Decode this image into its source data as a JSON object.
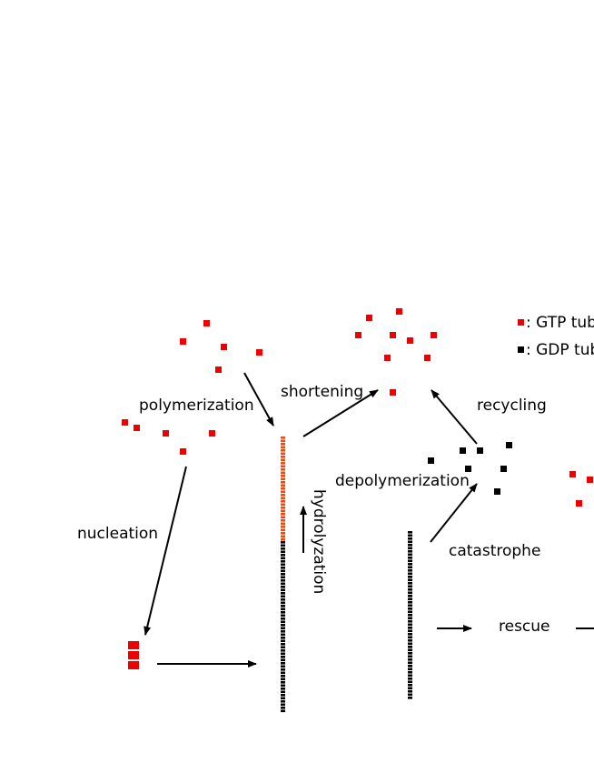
{
  "labels": {
    "polymerization": "polymerization",
    "shortening": "shortening",
    "recycling": "recycling",
    "depolymerization": "depolymerization",
    "nucleation": "nucleation",
    "hydrolyzation": "hydrolyzation",
    "catastrophe": "catastrophe",
    "rescue": "rescue"
  },
  "legend": {
    "gtp": ": GTP tub",
    "gdp": ": GDP tub"
  },
  "colors": {
    "gtp_tubulin": "#ee0000",
    "gtp_cap": "#ff4400",
    "gdp_tubulin": "#000000",
    "arrow": "#000000"
  }
}
